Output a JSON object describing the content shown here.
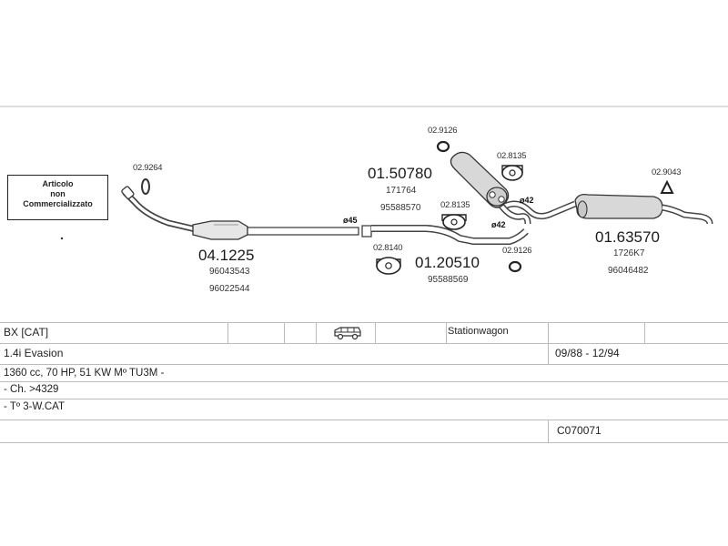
{
  "note": {
    "lines": [
      "Articolo",
      "non",
      "Commercializzato"
    ]
  },
  "parts": {
    "p1_main": "04.1225",
    "p1_ref_a": "96043543",
    "p1_ref_b": "96022544",
    "p1_clamp": "02.9264",
    "p2_main": "01.50780",
    "p2_ref_a": "171764",
    "p2_ref_b": "95588570",
    "p2_clamp_top": "02.9126",
    "p2_hanger": "02.8135",
    "p3_hanger": "02.8135",
    "p4_hanger": "02.8140",
    "p4_main": "01.20510",
    "p4_ref": "95588569",
    "p4_clamp": "02.9126",
    "p5_clamp": "02.9043",
    "p5_main": "01.63570",
    "p5_ref_a": "1726K7",
    "p5_ref_b": "96046482"
  },
  "diameters": {
    "d45": "ø45",
    "d42_a": "ø42",
    "d42_b": "ø42"
  },
  "vehicle": {
    "model": "BX  [CAT]",
    "body": "Stationwagon",
    "engine": "1.4i Evasion",
    "dates": "09/88 - 12/94",
    "spec": "1360 cc, 70 HP, 51 KW  Mº TU3M -",
    "chassis": "- Ch. >4329",
    "cat": "- Tº 3-W.CAT",
    "code": "C070071"
  },
  "icons": {
    "car": "station-wagon-icon",
    "clamp": "clamp-icon",
    "hanger": "rubber-hanger-icon"
  }
}
